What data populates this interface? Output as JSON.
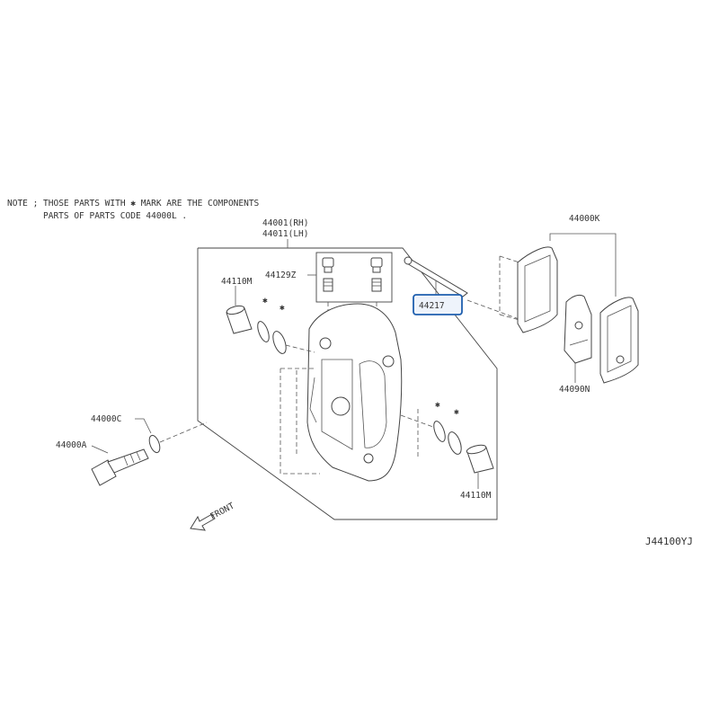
{
  "note": {
    "line1": "NOTE ; THOSE PARTS WITH ✱ MARK ARE THE COMPONENTS",
    "line2": "PARTS OF PARTS CODE 44000L ."
  },
  "labels": {
    "caliper_rh": "44001(RH)",
    "caliper_lh": "44011(LH)",
    "pad_kit": "44000K",
    "bleeder": "44129Z",
    "pin": "44217",
    "piston_left": "44110M",
    "piston_right": "44110M",
    "washer": "44000C",
    "bolt": "44000A",
    "shim": "44090N",
    "seal_mark": "✱",
    "front": "FRONT"
  },
  "diagram_code": "J44100YJ",
  "highlight_color": "#1f5fae"
}
